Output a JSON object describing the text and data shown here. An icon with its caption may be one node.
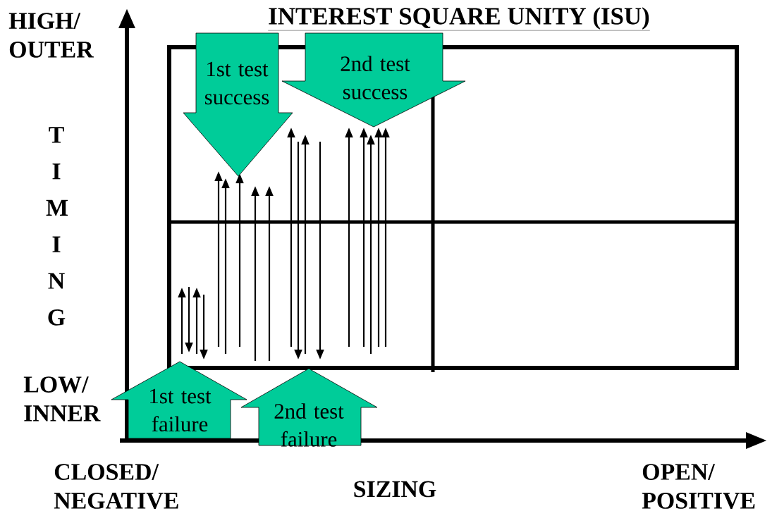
{
  "diagram": {
    "title": "INTEREST SQUARE UNITY (ISU)",
    "nodes": [
      {
        "text": [
          "1st test success"
        ]
      },
      {
        "text": [
          "2nd test success"
        ]
      },
      {
        "text": [
          "1st test failure"
        ]
      },
      {
        "text": [
          "2nd test failure"
        ]
      }
    ],
    "labels": [
      "HIGH/ OUTER",
      "T I M I N G",
      "LOW/ INNER",
      "CLOSED/ NEGATIVE",
      "SIZING",
      "OPEN/ POSITIVE"
    ]
  }
}
